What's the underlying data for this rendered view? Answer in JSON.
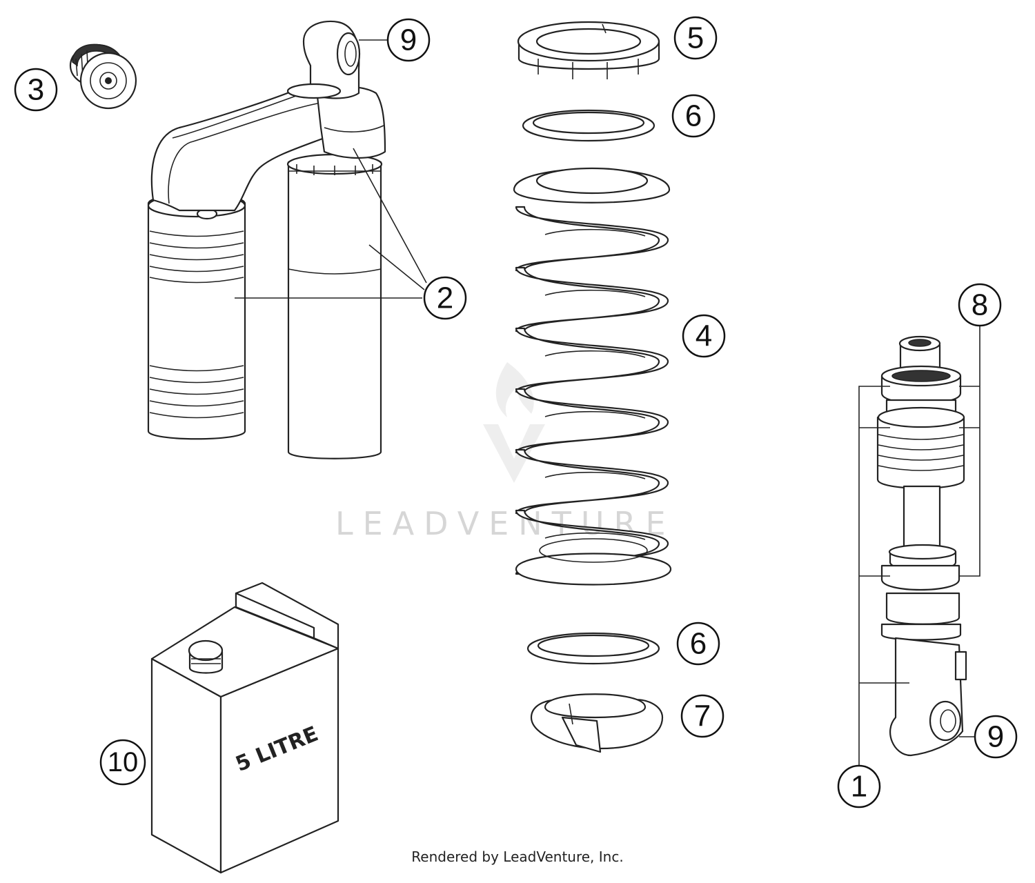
{
  "callouts": [
    {
      "id": "1",
      "label": "1"
    },
    {
      "id": "2",
      "label": "2"
    },
    {
      "id": "3",
      "label": "3"
    },
    {
      "id": "4",
      "label": "4"
    },
    {
      "id": "5",
      "label": "5"
    },
    {
      "id": "6a",
      "label": "6"
    },
    {
      "id": "6b",
      "label": "6"
    },
    {
      "id": "7",
      "label": "7"
    },
    {
      "id": "8",
      "label": "8"
    },
    {
      "id": "9a",
      "label": "9"
    },
    {
      "id": "9b",
      "label": "9"
    },
    {
      "id": "10",
      "label": "10"
    }
  ],
  "can_label": "5 LITRE",
  "watermark": "LEADVENTURE",
  "footer": "Rendered by LeadVenture, Inc."
}
